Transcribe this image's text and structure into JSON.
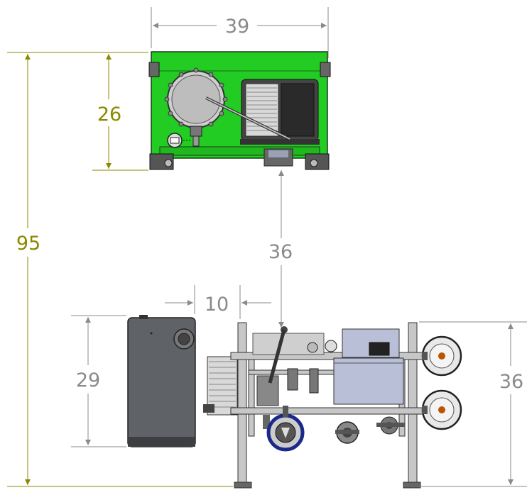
{
  "dimensions": {
    "top_width": "39",
    "top_height": "26",
    "overall_height": "95",
    "gap": "36",
    "offset": "10",
    "tank_height": "29",
    "frame_height": "36"
  },
  "colors": {
    "dim_gray": "#8a8a8a",
    "dim_olive": "#8a8a00",
    "panel_green": "#22cc22",
    "tank_gray": "#5f6266",
    "box_lavender": "#b8bfd6"
  }
}
